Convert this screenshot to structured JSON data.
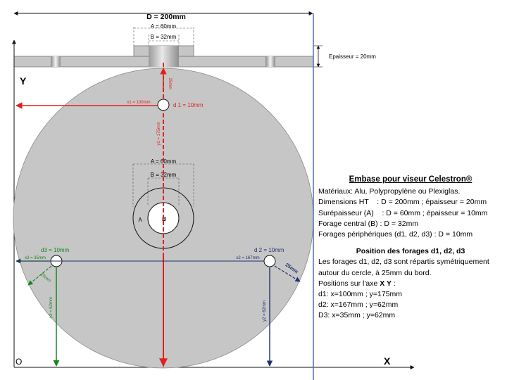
{
  "top_view": {
    "diameter": "D = 200mm",
    "a_label": "A = 60mm",
    "b_label": "B = 32mm",
    "thickness": "Epaisseur = 20mm"
  },
  "plate": {
    "axis_y": "Y",
    "axis_x": "X",
    "origin": "O",
    "a_label": "A = 60mm",
    "b_label": "B = 32mm",
    "a_letter": "A",
    "b_letter": "B",
    "d1_label": "d 1 = 10mm",
    "d2_label": "d 2 = 10mm",
    "d3_label": "d3 = 10mm",
    "x1": "x1 = 100mm",
    "y1": "y1 = 175mm",
    "top_offset": "25mm",
    "x2": "x2 = 167mm",
    "y2": "y2 = 62mm",
    "x3": "x3 = 35mm",
    "y3": "y3 = 62mm",
    "d2_offset": "25mm",
    "d3_offset": "25mm"
  },
  "info": {
    "title": "Embase pour viseur Celestron®",
    "lines": [
      "Matériaux: Alu, Polypropylène ou Plexiglas.",
      "Dimensions HT    : D = 200mm ; épaisseur = 20mm",
      "Surépaisseur (A)    : D = 60mm ; épaisseur = 10mm",
      "Forage central (B) : D = 32mm",
      "Forages périphériques (d1, d2, d3) : D = 10mm"
    ],
    "subtitle": "Position des forages d1, d2, d3",
    "desc": "Les forages d1, d2, d3 sont répartis symétriquement autour du cercle, à 25mm du bord.",
    "axis_line_prefix": "Positions sur l'axe ",
    "axis_line_bold": "X Y",
    "axis_line_suffix": " :",
    "positions": [
      "d1: x=100mm ; y=175mm",
      "d2: x=167mm ; y=62mm",
      "D3: x=35mm ; y=62mm"
    ]
  },
  "colors": {
    "plate_fill": "#c6c6c6",
    "red": "#e0201c",
    "green": "#16861f",
    "navy": "#1f2f6e",
    "blue": "#4a6fb7"
  }
}
